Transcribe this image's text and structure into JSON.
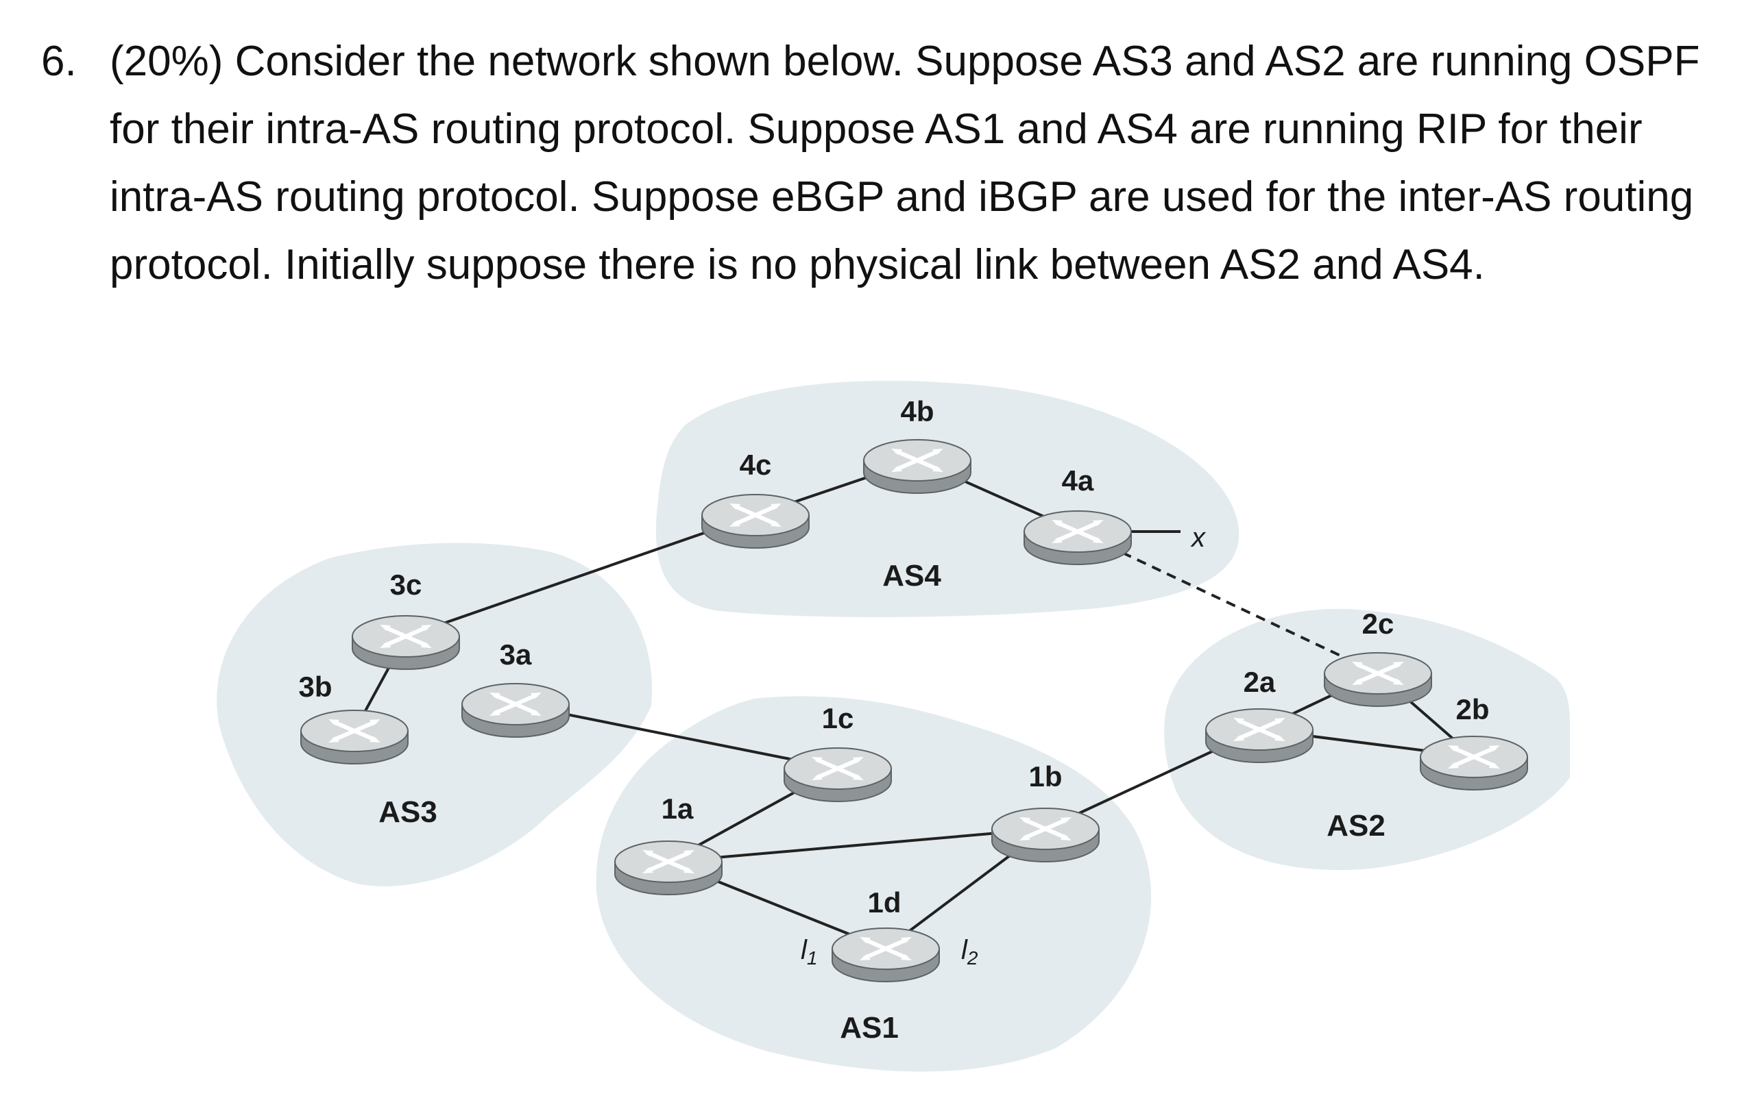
{
  "question": {
    "number": "6.",
    "text": "(20%) Consider the network shown below. Suppose AS3 and AS2 are running OSPF for their intra-AS routing protocol. Suppose AS1 and AS4 are running RIP for their intra-AS routing protocol. Suppose eBGP and iBGP are used for the inter-AS routing protocol. Initially suppose there is no physical link between AS2 and AS4."
  },
  "diagram": {
    "autonomous_systems": [
      {
        "id": "AS1",
        "label": "AS1"
      },
      {
        "id": "AS2",
        "label": "AS2"
      },
      {
        "id": "AS3",
        "label": "AS3"
      },
      {
        "id": "AS4",
        "label": "AS4"
      }
    ],
    "routers": [
      {
        "id": "1a",
        "label": "1a"
      },
      {
        "id": "1b",
        "label": "1b"
      },
      {
        "id": "1c",
        "label": "1c"
      },
      {
        "id": "1d",
        "label": "1d"
      },
      {
        "id": "2a",
        "label": "2a"
      },
      {
        "id": "2b",
        "label": "2b"
      },
      {
        "id": "2c",
        "label": "2c"
      },
      {
        "id": "3a",
        "label": "3a"
      },
      {
        "id": "3b",
        "label": "3b"
      },
      {
        "id": "3c",
        "label": "3c"
      },
      {
        "id": "4a",
        "label": "4a"
      },
      {
        "id": "4b",
        "label": "4b"
      },
      {
        "id": "4c",
        "label": "4c"
      }
    ],
    "links": [
      {
        "from": "3b",
        "to": "3c"
      },
      {
        "from": "3c",
        "to": "4c"
      },
      {
        "from": "4c",
        "to": "4b"
      },
      {
        "from": "4b",
        "to": "4a"
      },
      {
        "from": "3a",
        "to": "1c"
      },
      {
        "from": "1c",
        "to": "1a"
      },
      {
        "from": "1a",
        "to": "1b"
      },
      {
        "from": "1a",
        "to": "1d",
        "label": "I1"
      },
      {
        "from": "1d",
        "to": "1b",
        "label": "I2"
      },
      {
        "from": "1b",
        "to": "2a"
      },
      {
        "from": "2a",
        "to": "2c"
      },
      {
        "from": "2a",
        "to": "2b"
      },
      {
        "from": "2c",
        "to": "2b"
      },
      {
        "from": "4a",
        "to": "2c",
        "style": "dashed"
      }
    ],
    "interface_labels": {
      "l1": "l",
      "l1_sub": "1",
      "l2": "l",
      "l2_sub": "2"
    },
    "x_label": "x",
    "colors": {
      "as_region": "#e3ebee",
      "router_top": "#d6dadb",
      "router_side": "#8e9496",
      "router_rim": "#5c6366",
      "router_mark": "#ffffff",
      "link": "#222222"
    }
  }
}
